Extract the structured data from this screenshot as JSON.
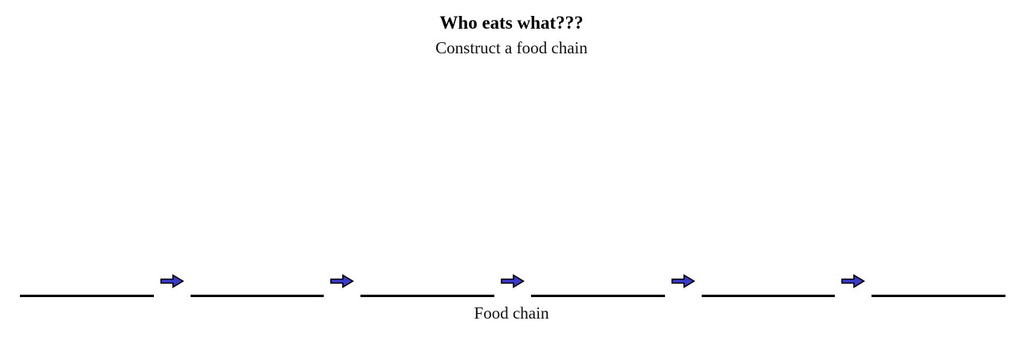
{
  "header": {
    "title": "Who eats what???",
    "subtitle": "Construct a food chain"
  },
  "chain": {
    "label": "Food chain",
    "slot_count": 6,
    "arrow_count": 5,
    "arrow_icon": "right-block-arrow-icon",
    "colors": {
      "arrow_fill": "#3A3AC8",
      "arrow_outline": "#000000",
      "blank_line": "#000000"
    }
  }
}
